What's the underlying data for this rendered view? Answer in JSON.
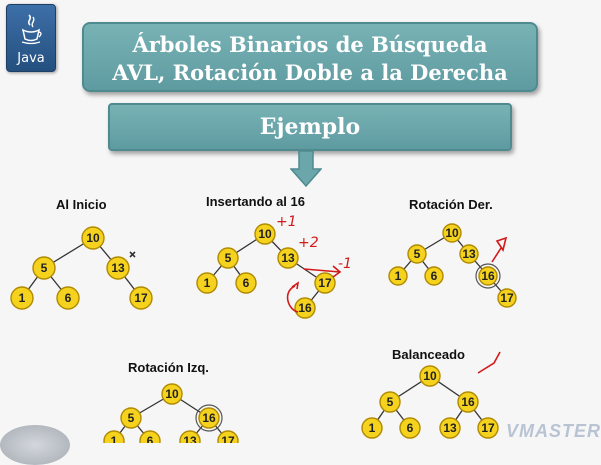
{
  "logo": {
    "word": "Java"
  },
  "title": {
    "line1": "Árboles Binarios de Búsqueda",
    "line2": "AVL, Rotación Doble a la Derecha"
  },
  "subtitle": "Ejemplo",
  "sections": {
    "inicio": "Al Inicio",
    "insertando": "Insertando al 16",
    "rotacion_der": "Rotación Der.",
    "rotacion_izq": "Rotación Izq.",
    "balanceado": "Balanceado"
  },
  "annotations": {
    "plus1": "+1",
    "plus2": "+2",
    "minus1": "-1"
  },
  "watermark": "VMASTER",
  "colors": {
    "node_fill": "#f5d21e",
    "node_stroke": "#b08a00",
    "title_bg": "#6aa6aa",
    "ink": "#d21a1a"
  }
}
